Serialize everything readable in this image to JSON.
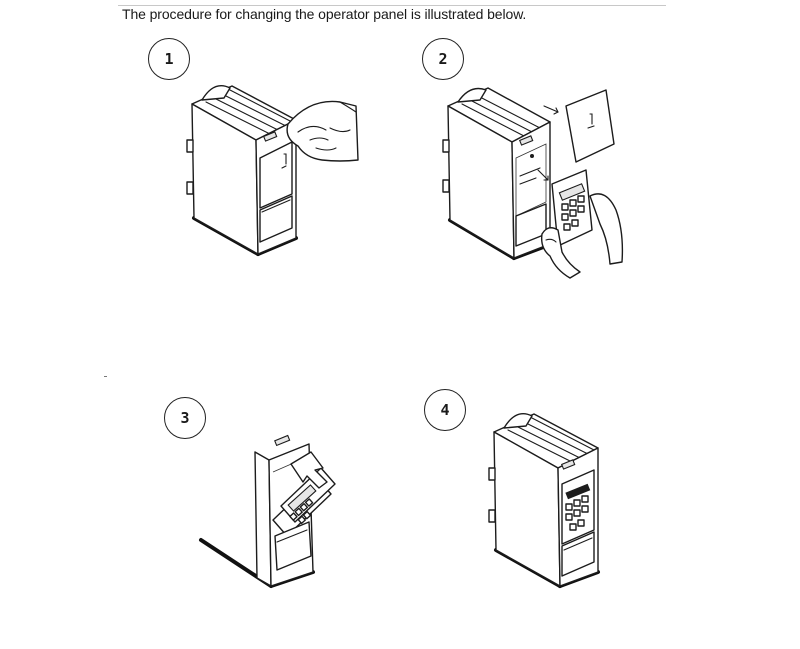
{
  "document": {
    "heading": "The procedure for changing the operator panel is illustrated below."
  },
  "steps": [
    {
      "number": "1"
    },
    {
      "number": "2"
    },
    {
      "number": "3"
    },
    {
      "number": "4"
    }
  ]
}
